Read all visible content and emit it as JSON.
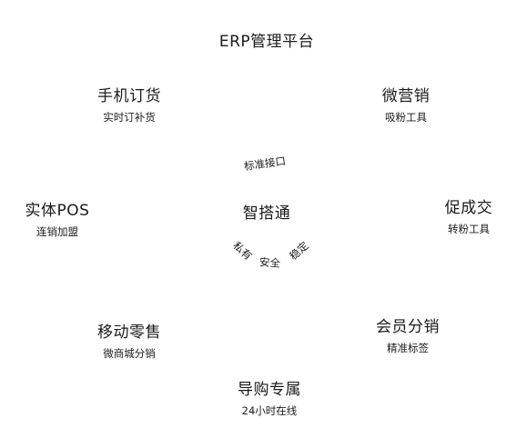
{
  "top": {
    "title": "ERP管理平台"
  },
  "center": {
    "title": "智搭通",
    "ring_top": "标准接口",
    "ring_left": "私有",
    "ring_mid": "安全",
    "ring_right": "稳定"
  },
  "nodes": {
    "mobile_order": {
      "title": "手机订货",
      "sub": "实时订补货"
    },
    "wechat_marketing": {
      "title": "微营销",
      "sub": "吸粉工具"
    },
    "physical_pos": {
      "title": "实体POS",
      "sub": "连销加盟"
    },
    "promotion": {
      "title": "促成交",
      "sub": "转粉工具"
    },
    "mobile_retail": {
      "title": "移动零售",
      "sub": "微商城分销"
    },
    "member_distribution": {
      "title": "会员分销",
      "sub": "精准标签"
    },
    "shopping_guide": {
      "title": "导购专属",
      "sub": "24小时在线"
    }
  }
}
